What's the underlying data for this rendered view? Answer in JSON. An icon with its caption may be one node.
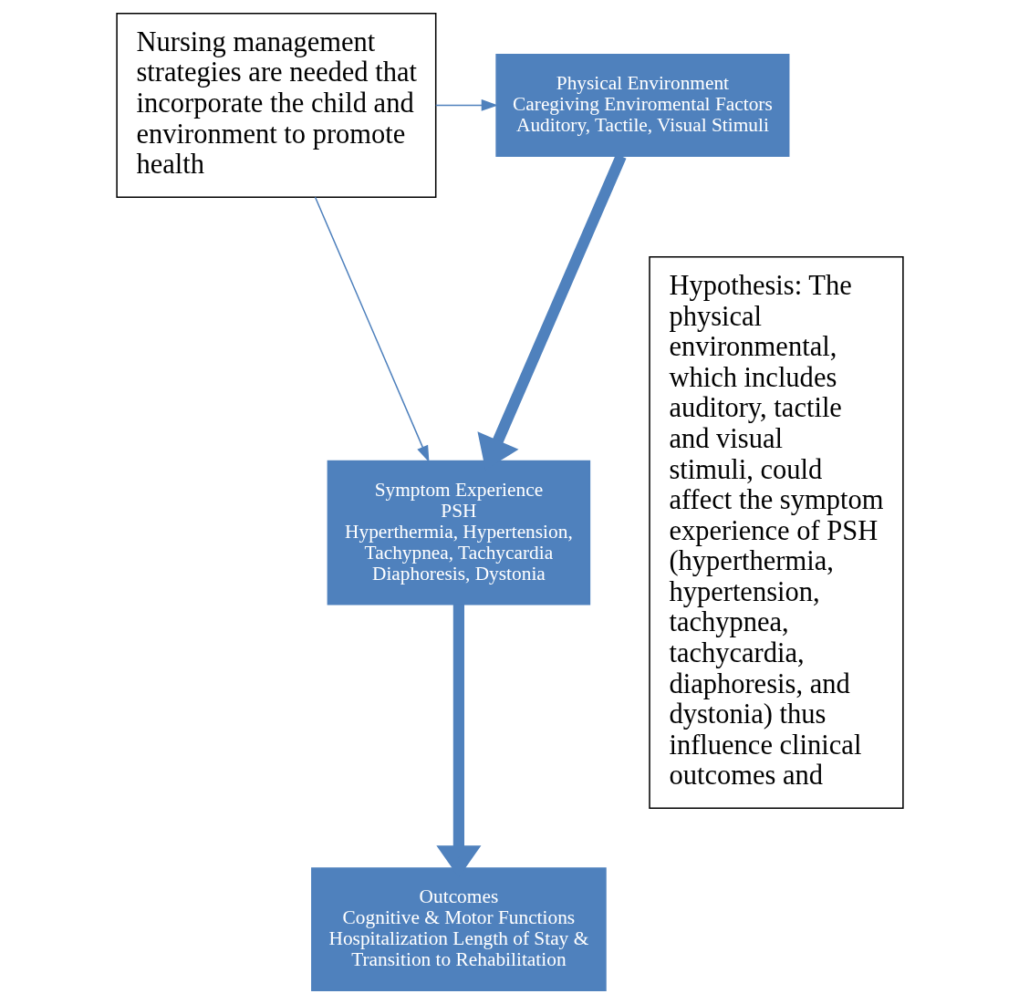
{
  "diagram": {
    "nodes": [
      {
        "text": [
          "Nursing management strategies are needed that incorporate the child and environment to promote health"
        ]
      },
      {
        "text": [
          "Physical Environment",
          "Caregiving Enviromental Factors",
          "Auditory, Tactile, Visual Stimuli"
        ]
      },
      {
        "text": [
          "Symptom Experience",
          "PSH",
          "Hyperthermia, Hypertension, Tachypnea, Tachycardia",
          "Diaphoresis, Dystonia"
        ]
      },
      {
        "text": [
          "Outcomes",
          "Cognitive & Motor Functions",
          "Hospitalization Length of Stay & Transition to Rehabilitation"
        ]
      },
      {
        "text": [
          "Hypothesis: The physical environmental, which includes auditory, tactile and visual stimuli, could affect the symptom experience of PSH (hyperthermia, hypertension, tachypnea, tachycardia, diaphoresis, and dystonia) thus influence clinical outcomes and"
        ]
      }
    ],
    "edges": [
      {
        "from": 0,
        "to": 1,
        "arrow": "to"
      },
      {
        "from": 0,
        "to": 2,
        "arrow": "to"
      },
      {
        "from": 1,
        "to": 2,
        "arrow": "to",
        "style": "thick"
      },
      {
        "from": 2,
        "to": 3,
        "arrow": "to",
        "style": "thick"
      }
    ]
  }
}
